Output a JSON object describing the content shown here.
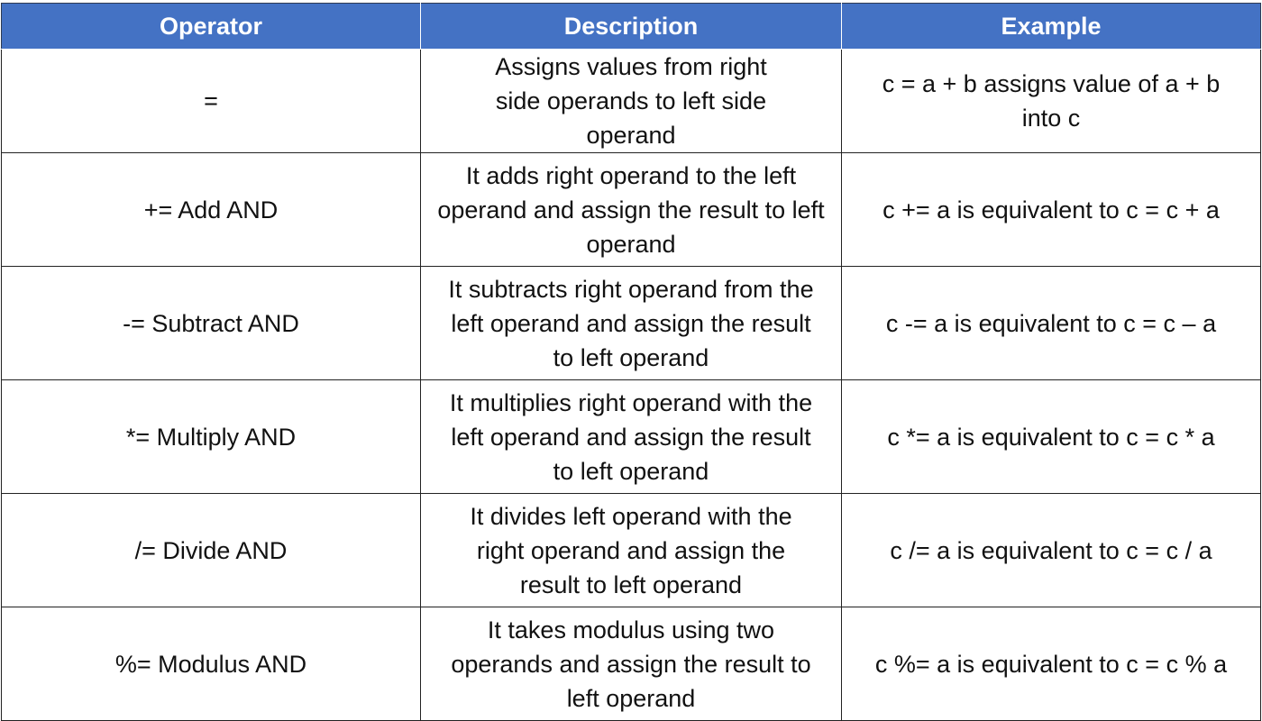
{
  "table": {
    "headers": [
      "Operator",
      "Description",
      "Example"
    ],
    "rows": [
      {
        "operator": "=",
        "description": "Assigns values from right side operands to left side operand",
        "example": "c = a + b assigns value of a + b into c"
      },
      {
        "operator": "+= Add AND",
        "description": "It adds right operand to the left operand and assign the result to left operand",
        "example": "c += a is equivalent to c = c + a"
      },
      {
        "operator": "-= Subtract AND",
        "description": "It subtracts right operand from the left operand and assign the result to left operand",
        "example": "c -= a is equivalent to c = c – a"
      },
      {
        "operator": "*= Multiply AND",
        "description": "It multiplies right operand with the left operand and assign the result to left operand",
        "example": "c *= a is equivalent to c = c * a"
      },
      {
        "operator": "/= Divide AND",
        "description": "It divides left operand with the right operand and assign the result to left operand",
        "example": "c /= a is equivalent to c = c / a"
      },
      {
        "operator": "%= Modulus AND",
        "description": "It takes modulus using two operands and assign the result to left operand",
        "example": "c %= a is equivalent to c = c % a"
      }
    ],
    "colors": {
      "header_bg": "#4472c4",
      "header_text": "#ffffff",
      "border": "#222222"
    }
  }
}
